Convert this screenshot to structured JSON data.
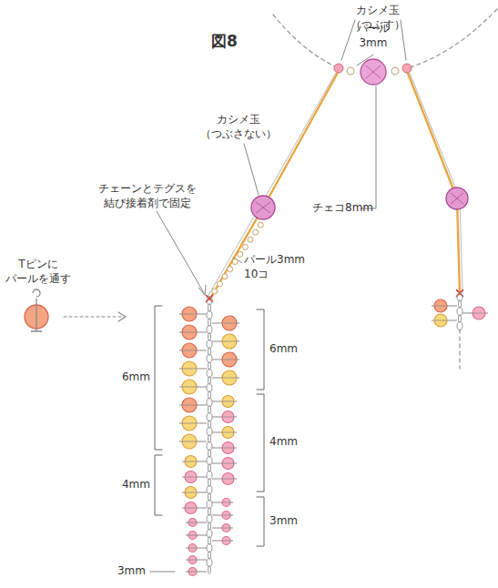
{
  "diagram": {
    "title": "図8",
    "labels": [
      "カシメ玉（つぶす）",
      "パール 3mm",
      "カシメ玉 （つぶさない）",
      "チェコ8mm",
      "チェーンとテグスを 結び接着剤で固定",
      "パール3mm 10コ",
      "Tピンに パールを通す",
      "6mm",
      "6mm",
      "4mm",
      "4mm",
      "3mm",
      "3mm"
    ]
  }
}
